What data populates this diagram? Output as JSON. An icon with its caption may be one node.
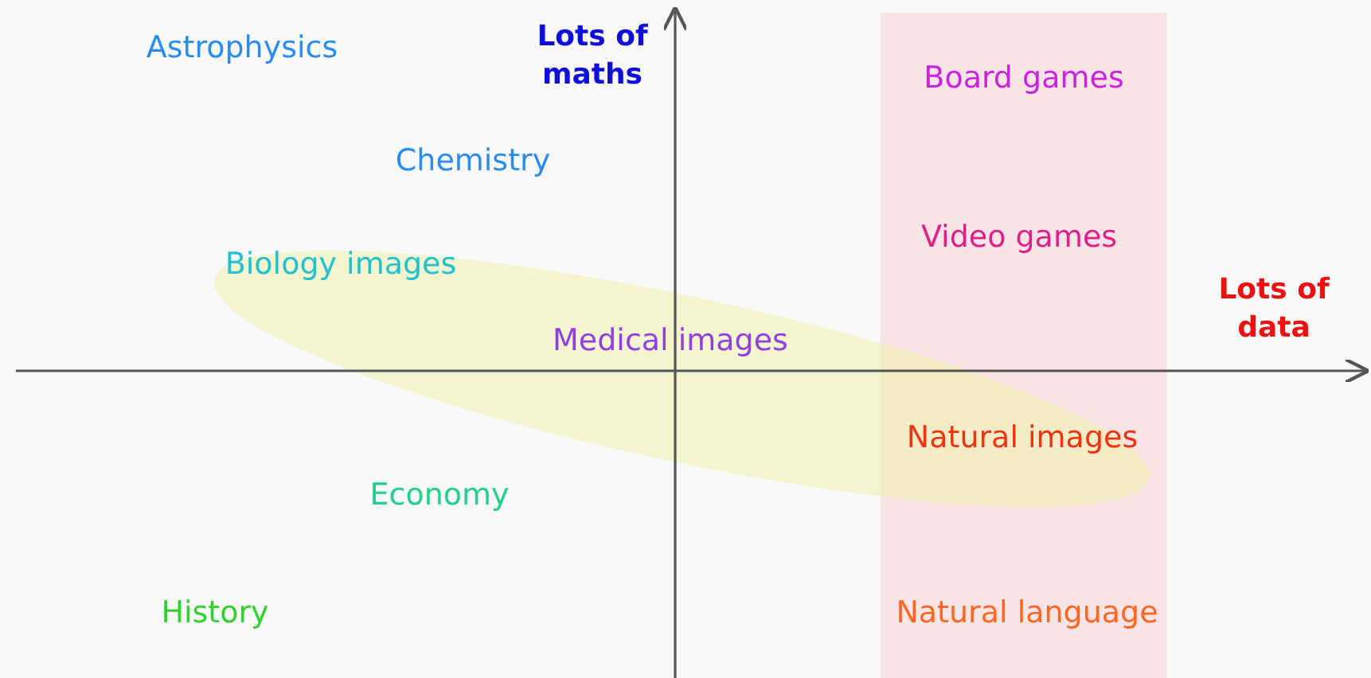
{
  "diagram": {
    "labels": [
      "Astrophysics",
      "Lots of maths",
      "Board games",
      "Chemistry",
      "Biology images",
      "Video games",
      "Lots of data",
      "Medical images",
      "Natural images",
      "Economy",
      "History",
      "Natural language"
    ]
  }
}
